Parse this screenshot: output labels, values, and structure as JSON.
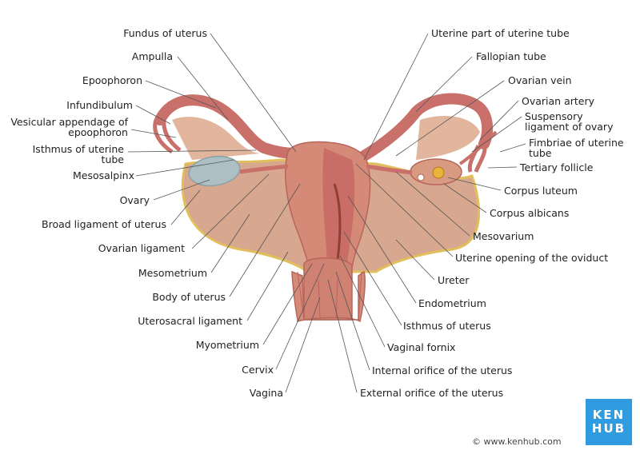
{
  "labels_left": [
    "Fundus of uterus",
    "Ampulla",
    "Epoophoron",
    "Infundibulum",
    "Vesicular appendage of epoophoron",
    "Isthmus of uterine tube",
    "Mesosalpinx",
    "Ovary",
    "Broad ligament of uterus",
    "Ovarian ligament",
    "Mesometrium",
    "Body of uterus",
    "Uterosacral ligament",
    "Myometrium",
    "Cervix",
    "Vagina"
  ],
  "labels_right": [
    "Uterine part of uterine tube",
    "Fallopian tube",
    "Ovarian vein",
    "Ovarian artery",
    "Suspensory ligament of ovary",
    "Fimbriae of uterine tube",
    "Tertiary follicle",
    "Corpus luteum",
    "Corpus albicans",
    "Mesovarium",
    "Uterine opening of the oviduct",
    "Ureter",
    "Endometrium",
    "Isthmus of uterus",
    "Vaginal fornix",
    "Internal orifice of the uterus",
    "External orifice of the uterus"
  ],
  "logo": {
    "line1": "KEN",
    "line2": "HUB"
  },
  "copyright": "© www.kenhub.com",
  "colors": {
    "tissue": "#d99a82",
    "tissue_dark": "#b8645a",
    "ligament": "#d9a98f",
    "fat_edge": "#e5c15a",
    "ovary": "#aebfc3",
    "leader": "#555555",
    "brand": "#2f9be0"
  }
}
